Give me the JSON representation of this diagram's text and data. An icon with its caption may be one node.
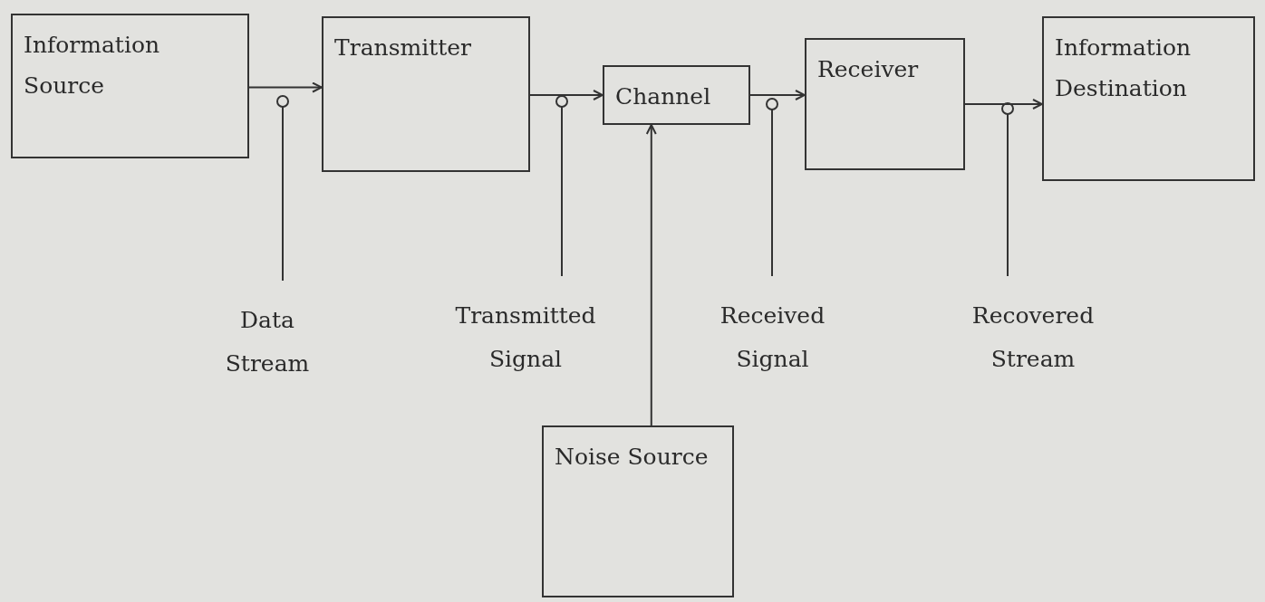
{
  "diagram": {
    "nodes": [
      {
        "text": [
          "Information Source"
        ]
      },
      {
        "text": [
          "Transmitter"
        ]
      },
      {
        "text": [
          "Channel"
        ]
      },
      {
        "text": [
          "Receiver"
        ]
      },
      {
        "text": [
          "Information Destination"
        ]
      },
      {
        "text": [
          "Noise Source"
        ]
      },
      {
        "text": [
          "Data Stream"
        ]
      },
      {
        "text": [
          "Transmitted Signal"
        ]
      },
      {
        "text": [
          "Received Signal"
        ]
      },
      {
        "text": [
          "Recovered Stream"
        ]
      }
    ],
    "edges": [
      {
        "from": 0,
        "to": 1,
        "arrow": "to"
      },
      {
        "from": 1,
        "to": 2,
        "arrow": "to"
      },
      {
        "from": 2,
        "to": 3,
        "arrow": "to"
      },
      {
        "from": 3,
        "to": 4,
        "arrow": "to"
      },
      {
        "from": 5,
        "to": 2,
        "arrow": "to"
      },
      {
        "from": 6,
        "to": null,
        "arrow": "other"
      },
      {
        "from": 7,
        "to": null,
        "arrow": "other"
      },
      {
        "from": 8,
        "to": null,
        "arrow": "other"
      },
      {
        "from": 9,
        "to": null,
        "arrow": "other"
      }
    ]
  }
}
